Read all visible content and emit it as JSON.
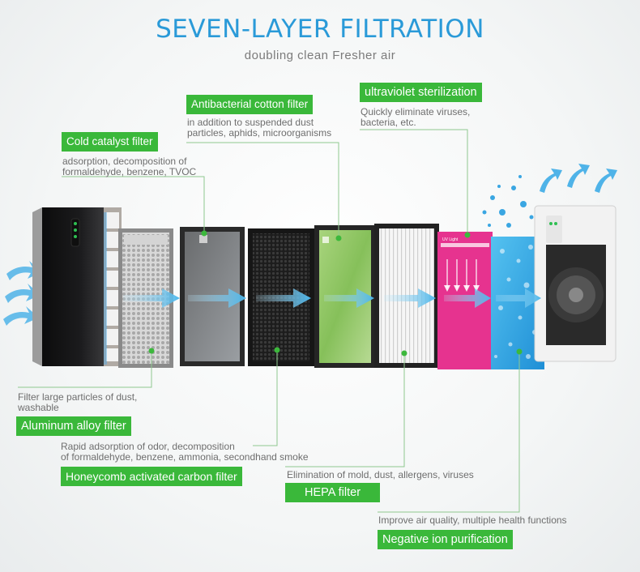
{
  "header": {
    "title": "SEVEN-LAYER FILTRATION",
    "subtitle": "doubling clean  Fresher air"
  },
  "layers": [
    {
      "label": "Aluminum alloy filter",
      "desc": [
        "Filter large particles of dust,",
        "washable"
      ]
    },
    {
      "label": "Cold catalyst filter",
      "desc": [
        "adsorption, decomposition of",
        "formaldehyde, benzene, TVOC"
      ]
    },
    {
      "label": "Honeycomb activated carbon filter",
      "desc": [
        "Rapid adsorption of odor, decomposition",
        "of formaldehyde, benzene, ammonia, secondhand smoke"
      ]
    },
    {
      "label": "Antibacterial cotton filter",
      "desc": [
        "in addition to suspended dust",
        "particles, aphids, microorganisms"
      ]
    },
    {
      "label": "HEPA filter",
      "desc": [
        "Elimination of mold, dust, allergens, viruses"
      ]
    },
    {
      "label": "ultraviolet sterilization",
      "desc": [
        "Quickly eliminate viruses,",
        "bacteria, etc."
      ]
    },
    {
      "label": "Negative ion purification",
      "desc": [
        "Improve air quality, multiple health functions"
      ]
    }
  ],
  "uv_panel_text": "UV Light",
  "colors": {
    "title": "#2a9ad8",
    "tag": "#3ab83a",
    "uv_panel": "#e6338f",
    "ion_panel": "#35a9e6",
    "carbon_cotton": "#9ccf6d"
  }
}
